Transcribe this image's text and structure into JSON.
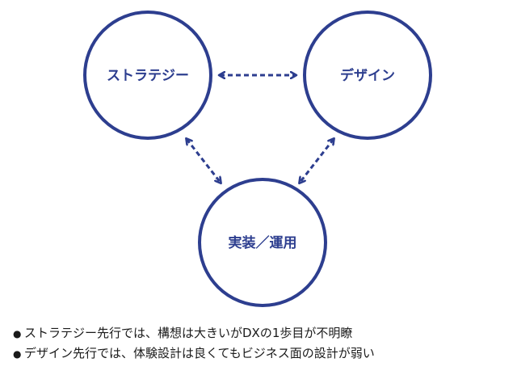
{
  "diagram": {
    "nodes": {
      "strategy": "ストラテジー",
      "design": "デザイン",
      "operation": "実装／運用"
    },
    "edges": [
      {
        "from": "strategy",
        "to": "design",
        "style": "dashed",
        "arrows": "both"
      },
      {
        "from": "strategy",
        "to": "operation",
        "style": "dashed",
        "arrows": "both"
      },
      {
        "from": "design",
        "to": "operation",
        "style": "dashed",
        "arrows": "both"
      }
    ],
    "colors": {
      "stroke": "#2d3e8f",
      "text": "#2d3e8f"
    }
  },
  "notes": {
    "bullet": "●",
    "items": [
      "ストラテジー先行では、構想は大きいがDXの1歩目が不明瞭",
      "デザイン先行では、体験設計は良くてもビジネス面の設計が弱い"
    ]
  }
}
